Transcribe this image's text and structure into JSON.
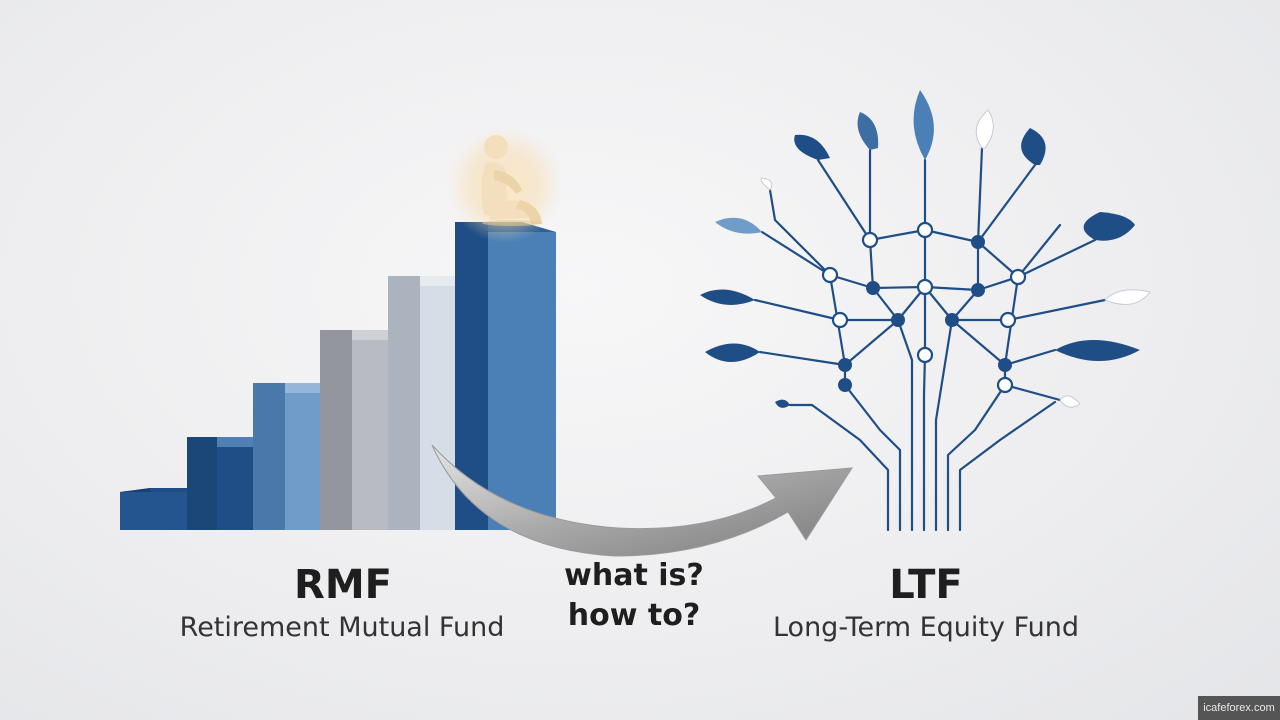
{
  "rmf": {
    "title": "RMF",
    "subtitle": "Retirement Mutual Fund"
  },
  "ltf": {
    "title": "LTF",
    "subtitle": "Long-Term Equity Fund"
  },
  "transition": {
    "line1": "what is?",
    "line2": "how to?"
  },
  "watermark": "icafeforex.com",
  "icons": {
    "person": "seated-person-icon",
    "tree": "network-tree-icon",
    "arrow": "curved-arrow-icon"
  },
  "colors": {
    "navy": "#1f4e86",
    "mid_blue": "#6f9cc8",
    "light_gray": "#b8bcc2",
    "pale_blue": "#d5dde6",
    "steel_blue": "#4a80b6",
    "glow": "#f5e3c2"
  }
}
